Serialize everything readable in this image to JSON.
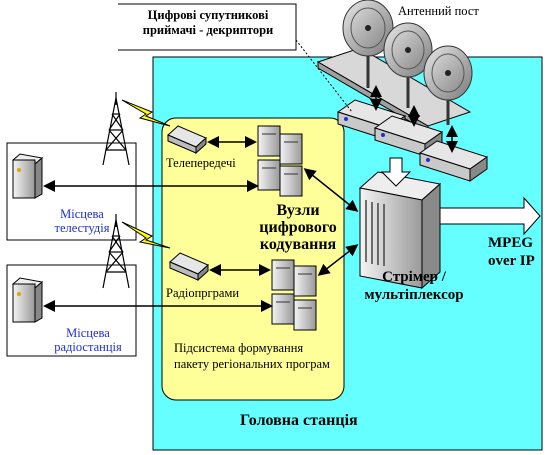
{
  "labels": {
    "satellite_receivers": "Цифрові супутникові приймачі - декриптори",
    "antenna_post": "Антенний пост",
    "tv_transmitters": "Телепередечі",
    "local_tv_studio": "Місцева телестудія",
    "local_radio_station": "Місцева радіостанція",
    "digital_coding_nodes": "Вузли цифрового кодування",
    "radio_programs": "Радіопрграми",
    "streamer_mux": "Стрімер / мультіплексор",
    "mpeg_over_ip": "MPEG over IP",
    "regional_subsystem": "Підсистема формування пакету регіональних програм",
    "head_station": "Головна станція"
  },
  "colors": {
    "head_station_fill": "#66ffff",
    "subsystem_fill": "#ffff99",
    "label_blue": "#1f2fd0",
    "lightning": "#ffff00"
  },
  "icons": [
    "satellite-dish-icon",
    "radio-tower-icon",
    "server-icon",
    "receiver-box-icon",
    "lightning-icon",
    "arrow-icon"
  ]
}
